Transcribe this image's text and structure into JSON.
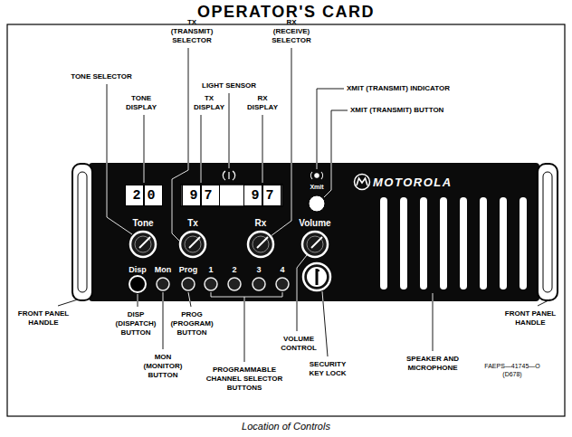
{
  "diagram": {
    "title": "OPERATOR'S CARD",
    "caption": "Location of Controls",
    "nodes": [
      {
        "text": [
          "20"
        ]
      },
      {
        "text": [
          "97"
        ]
      },
      {
        "text": [
          "97"
        ]
      }
    ],
    "labels": [
      "TONE SELECTOR",
      "TONE DISPLAY",
      "TX (TRANSMIT) SELECTOR",
      "TX DISPLAY",
      "LIGHT SENSOR",
      "RX (RECEIVE) SELECTOR",
      "RX DISPLAY",
      "XMIT (TRANSMIT) INDICATOR",
      "XMIT (TRANSMIT) BUTTON",
      "Xmit",
      "MOTOROLA",
      "Tone",
      "Tx",
      "Rx",
      "Volume",
      "Disp",
      "Mon",
      "Prog",
      "1",
      "2",
      "3",
      "4",
      "FRONT PANEL HANDLE",
      "DISP (DISPATCH) BUTTON",
      "PROG (PROGRAM) BUTTON",
      "VOLUME CONTROL",
      "SPEAKER AND MICROPHONE",
      "FRONT PANEL HANDLE",
      "MON (MONITOR) BUTTON",
      "PROGRAMMABLE CHANNEL SELECTOR BUTTONS",
      "SECURITY KEY LOCK",
      "FAEPS—41745—O (D678)"
    ]
  }
}
